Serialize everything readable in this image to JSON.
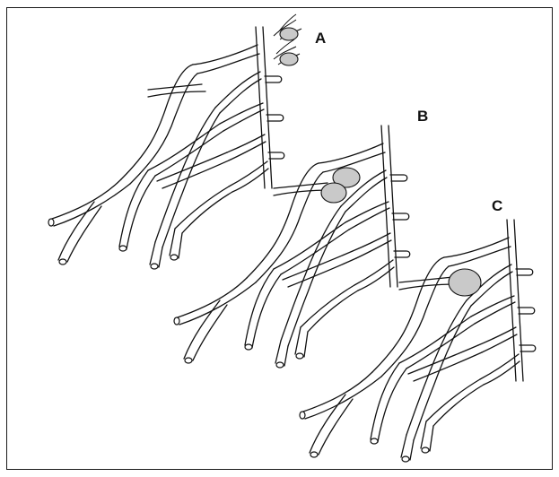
{
  "figure": {
    "panels": [
      {
        "id": "A",
        "label": "A",
        "lesion": "avulsion-ruptured-roots"
      },
      {
        "id": "B",
        "label": "B",
        "lesion": "rupture-with-neuroma-gap"
      },
      {
        "id": "C",
        "label": "C",
        "lesion": "neuroma-in-continuity"
      }
    ],
    "colors": {
      "line": "#111111",
      "background": "#ffffff",
      "lesion_fill": "#c9c9c9"
    }
  }
}
